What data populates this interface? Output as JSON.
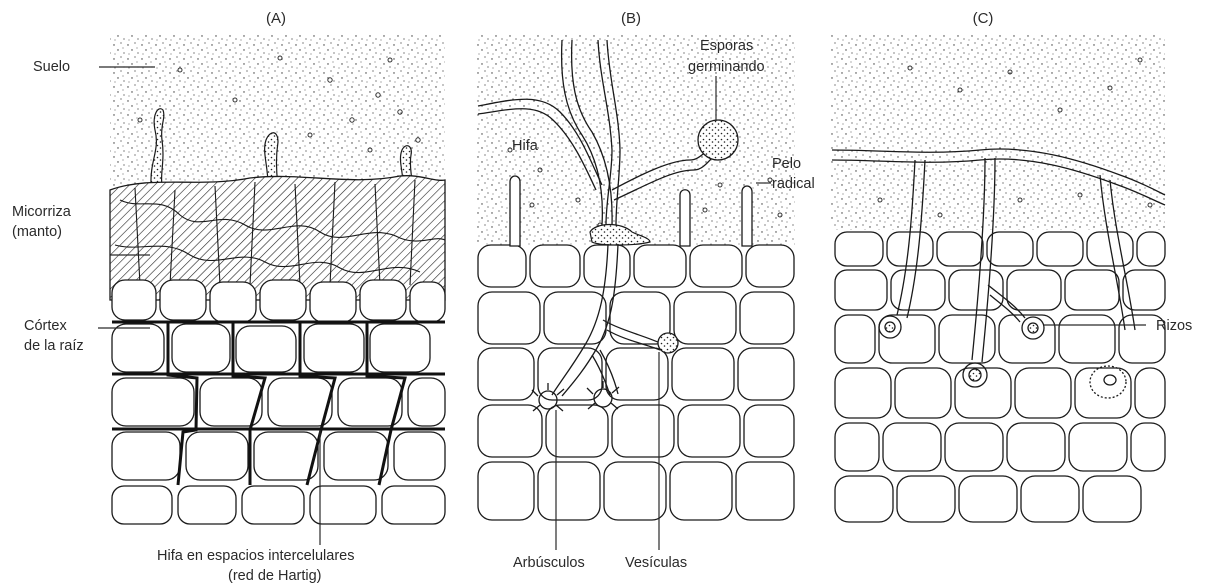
{
  "panels": [
    {
      "title": "(A)"
    },
    {
      "title": "(B)"
    },
    {
      "title": "(C)"
    }
  ],
  "labels": {
    "suelo": "Suelo",
    "micorriza_line1": "Micorriza",
    "micorriza_line2": "(manto)",
    "cortex_line1": "Córtex",
    "cortex_line2": "de la raíz",
    "hifa_espacios_line1": "Hifa en espacios intercelulares",
    "hifa_espacios_line2": "(red de Hartig)",
    "hifa": "Hifa",
    "esporas_line1": "Esporas",
    "esporas_line2": "germinando",
    "pelo_line1": "Pelo",
    "pelo_line2": "radical",
    "arbusculos": "Arbúsculos",
    "vesiculas": "Vesículas",
    "rizos": "Rizos"
  }
}
